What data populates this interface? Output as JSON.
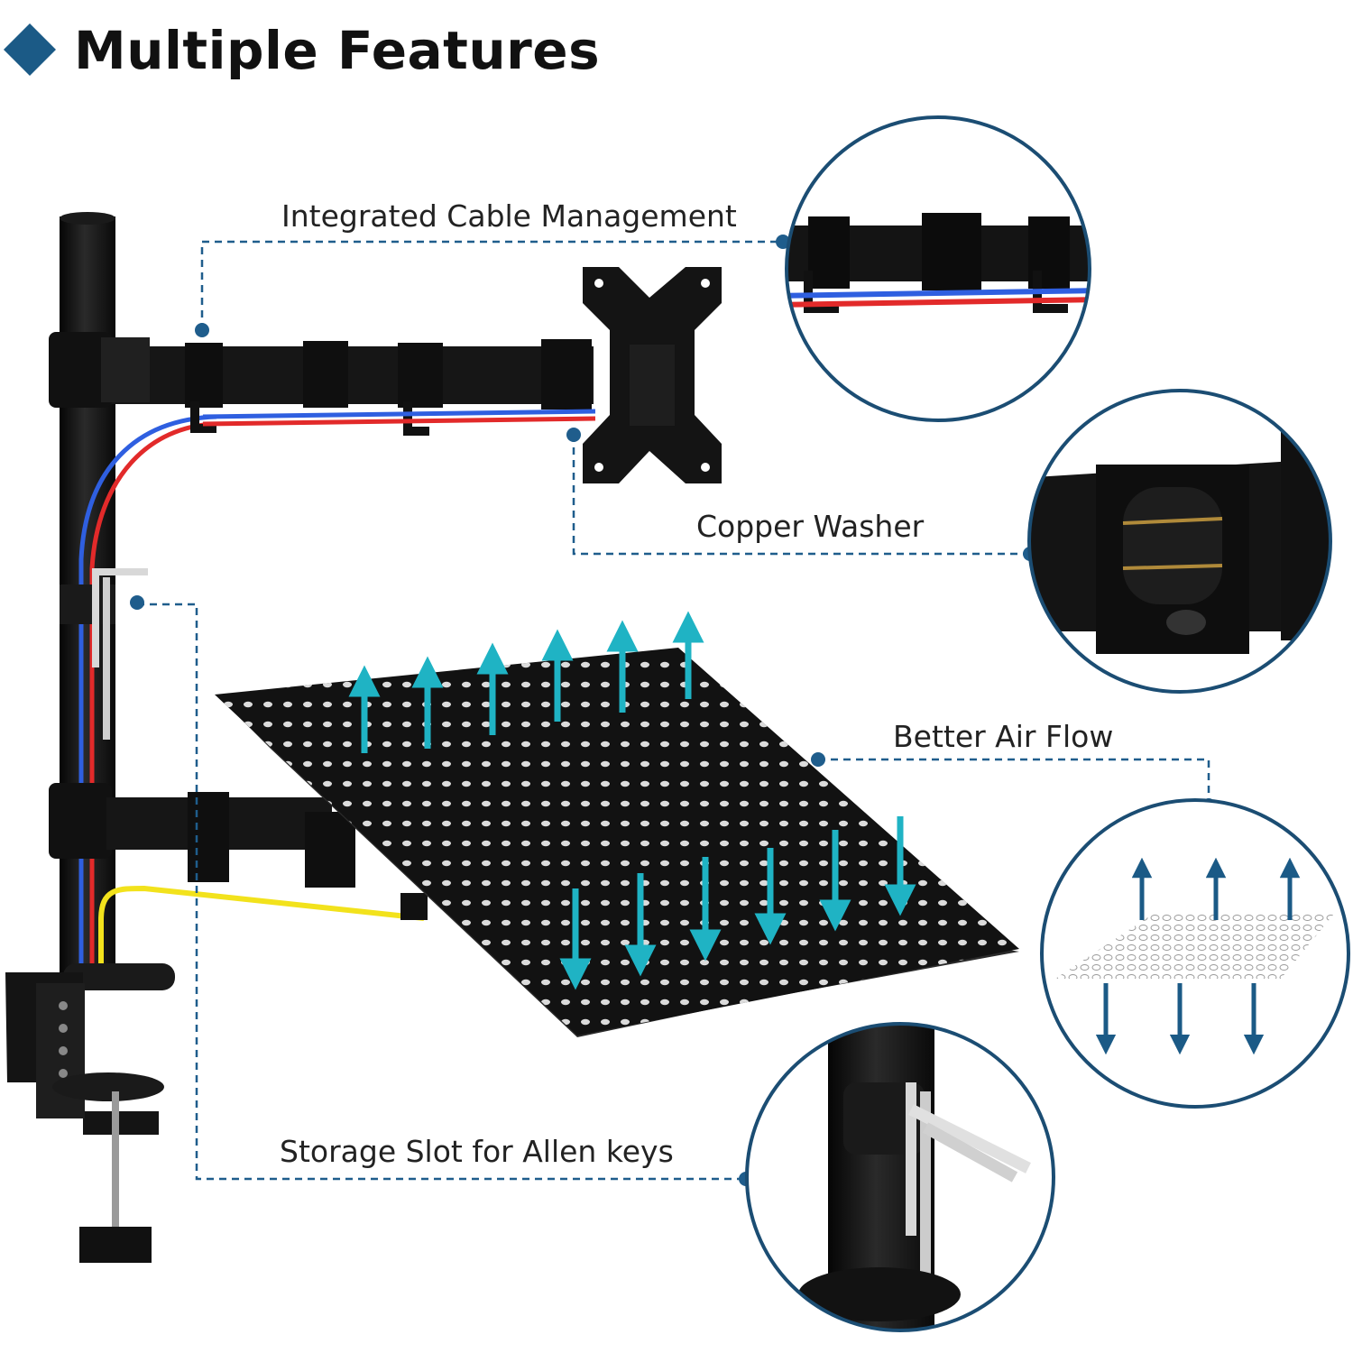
{
  "title": "Multiple Features",
  "features": {
    "cable": "Integrated Cable Management",
    "washer": "Copper Washer",
    "airflow": "Better Air Flow",
    "storage": "Storage Slot for Allen keys"
  },
  "colors": {
    "accent": "#1b5a86",
    "leader": "#1f5d8c",
    "teal_arrow": "#1fb3c4",
    "mount_black": "#141414",
    "cable_red": "#e22a2a",
    "cable_blue": "#2f5fe0",
    "cable_yellow": "#f2e21c"
  },
  "icons": {
    "title_marker": "diamond-icon",
    "leader_end": "dot-icon"
  }
}
